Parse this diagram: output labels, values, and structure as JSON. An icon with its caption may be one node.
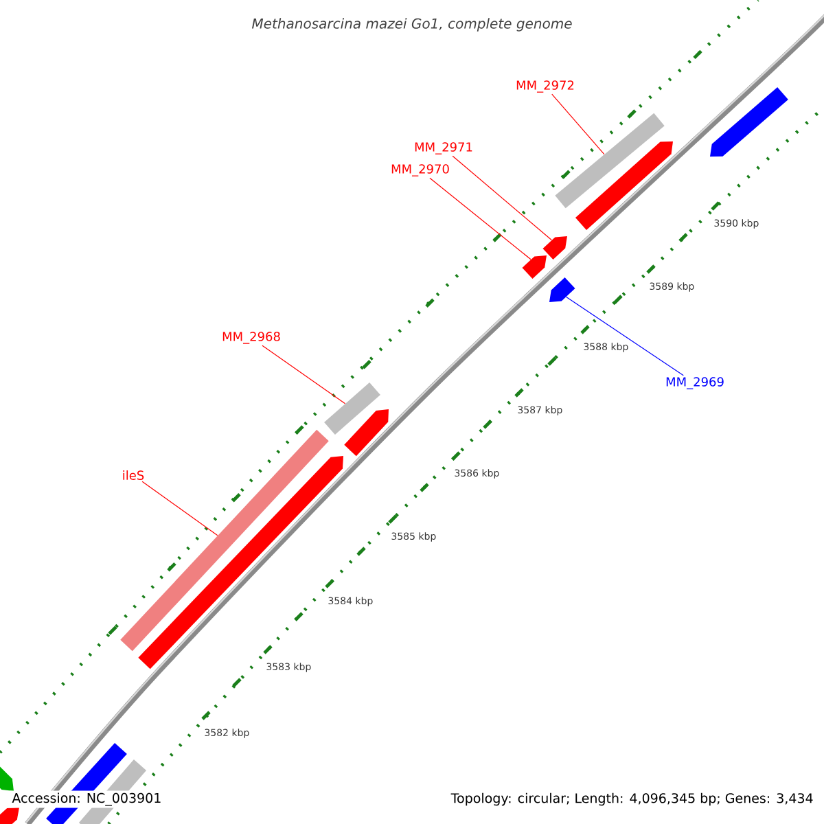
{
  "diagram": {
    "title": "Methanosarcina mazei Go1, complete genome",
    "nodes": [
      {
        "text": [
          "MM_2972"
        ]
      },
      {
        "text": [],
        "shape": "bar"
      },
      {
        "text": [
          "MM_2971"
        ]
      },
      {
        "text": [],
        "shape": "arrow"
      },
      {
        "text": [
          "MM_2970"
        ]
      },
      {
        "text": [],
        "shape": "arrow"
      },
      {
        "text": [
          "MM_2969"
        ]
      },
      {
        "text": [],
        "shape": "arrow"
      },
      {
        "text": [
          "MM_2968"
        ]
      },
      {
        "text": [],
        "shape": "bar"
      },
      {
        "text": [
          "ileS"
        ]
      },
      {
        "text": [],
        "shape": "bar"
      }
    ],
    "edges": [
      {
        "from": 0,
        "to": 1,
        "arrow": "none"
      },
      {
        "from": 2,
        "to": 3,
        "arrow": "none"
      },
      {
        "from": 4,
        "to": 5,
        "arrow": "none"
      },
      {
        "from": 6,
        "to": 7,
        "arrow": "none",
        "color": "#0000ff"
      },
      {
        "from": 8,
        "to": 9,
        "arrow": "none"
      },
      {
        "from": 10,
        "to": 11,
        "arrow": "none"
      }
    ],
    "labels": [
      "3590 kbp",
      "3589 kbp",
      "3588 kbp",
      "3587 kbp",
      "3586 kbp",
      "3585 kbp",
      "3584 kbp",
      "3583 kbp",
      "3582 kbp",
      "Accession: NC_003901",
      "Topology: circular; Length: 4,096,345 bp; Genes: 3,434"
    ]
  }
}
